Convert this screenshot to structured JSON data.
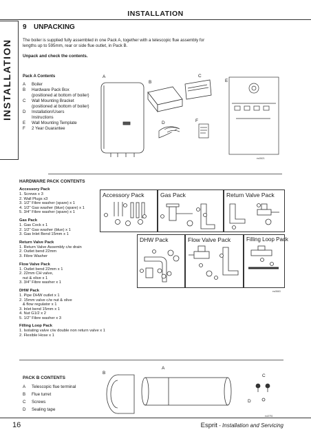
{
  "header": {
    "title": "INSTALLATION"
  },
  "side_tab": "INSTALLATION",
  "section": {
    "number": "9",
    "title": "UNPACKING",
    "intro": "The boiler is supplied fully assembled in one Pack  A, together with a telescopic flue assembly for lengths up to 595mm, rear or side flue outlet, in Pack B.",
    "instruction": "Unpack and check the contents."
  },
  "pack_a": {
    "heading": "Pack A Contents",
    "items": [
      {
        "key": "A",
        "text": "Boiler"
      },
      {
        "key": "B",
        "text": "Hardware Pack Box"
      },
      {
        "key": "",
        "text": "(positioned at bottom of boiler)"
      },
      {
        "key": "C",
        "text": "Wall Mounting Bracket"
      },
      {
        "key": "",
        "text": "(positioned at bottom of boiler)"
      },
      {
        "key": "D",
        "text": "Installation/Users"
      },
      {
        "key": "",
        "text": "Instructions"
      },
      {
        "key": "E",
        "text": "Wall Mounting Template"
      },
      {
        "key": "F",
        "text": "2 Year Guarantee"
      }
    ]
  },
  "fig1_labels": {
    "a": "A",
    "b": "B",
    "c": "C",
    "d": "D",
    "e": "E",
    "f": "F",
    "ref": "ea3621"
  },
  "hardware": {
    "heading": "HARDWARE PACK CONTENTS",
    "groups": [
      {
        "title": "Accessory Pack",
        "lines": [
          "1. Screws x 3",
          "2. Wall Plugs x3",
          "3. 1/2\" Fibre washer (spare) x 1",
          "4. 1/2\" Gas washer (blue) (spare) x 1",
          "5. 3/4\" Fibre washer (spare) x 1"
        ]
      },
      {
        "title": "Gas Pack",
        "lines": [
          "1. Gas Cock x 1",
          "2. 1/2\" Gas washer (blue) x 1",
          "3. Gas Inlet Bend 15mm x 1"
        ]
      },
      {
        "title": "Return Valve Pack",
        "lines": [
          "1. Return Valve Assembly c/w drain",
          "2. Outlet bend 22mm",
          "3. Fibre Washer"
        ]
      },
      {
        "title": "Flow Valve Pack",
        "lines": [
          "1. Outlet bend 22mm x 1",
          "2. 22mm CH valve,",
          "   nut & olive x 1",
          "3. 3/4\" Fibre washer x 1"
        ]
      },
      {
        "title": "DHW Pack",
        "lines": [
          "1. Pipe DHW outlet x 1",
          "2. 15mm valve c/w nut & olive",
          "   & flow regulator x 1",
          "3. Inlet bend 15mm x 1",
          "4. Nut G1/2 x 2",
          "5. 1/2\" Fibre washer x 3"
        ]
      },
      {
        "title": "Filling Loop Pack",
        "lines": [
          "1. Isolating valve c/w double non return valve x 1",
          "2. Flexible Hose x 1"
        ]
      }
    ]
  },
  "pack_boxes": {
    "accessory": "Accessory Pack",
    "gas": "Gas Pack",
    "return_valve": "Return Valve Pack",
    "dhw": "DHW Pack",
    "flow_valve": "Flow Valve Pack",
    "filling_loop": "Filling Loop Pack",
    "ref": "ea3663"
  },
  "pack_b": {
    "heading": "PACK B CONTENTS",
    "items": [
      {
        "key": "A",
        "text": "Telescopic flue terminal"
      },
      {
        "key": "B",
        "text": "Flue turret"
      },
      {
        "key": "C",
        "text": "Screws"
      },
      {
        "key": "D",
        "text": "Sealing tape"
      }
    ]
  },
  "fig3_labels": {
    "a": "A",
    "b": "B",
    "c": "C",
    "d": "D",
    "ref": "ea3751"
  },
  "footer": {
    "page": "16",
    "product": "Esprit",
    "subtitle": " - Installation and Servicing"
  }
}
